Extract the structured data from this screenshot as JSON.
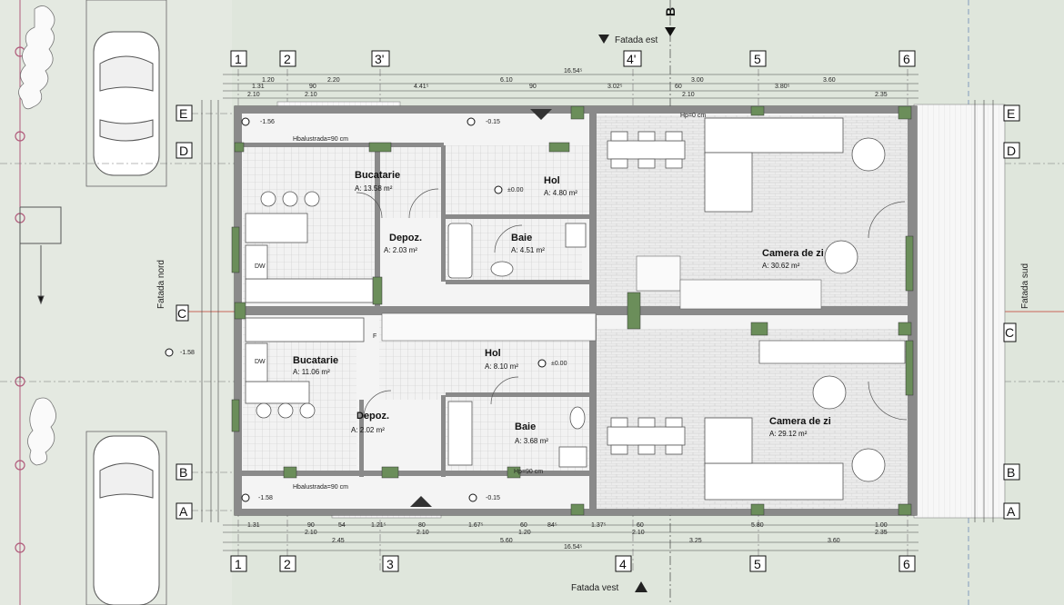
{
  "facades": {
    "north": "Fatada nord",
    "south": "Fatada sud",
    "east": "Fatada est",
    "west": "Fatada vest"
  },
  "section_marker": "B",
  "column_labels": [
    "1",
    "2",
    "3'",
    "4'",
    "5",
    "6"
  ],
  "column_labels_bottom": [
    "1",
    "2",
    "3",
    "4",
    "5",
    "6"
  ],
  "row_labels": [
    "E",
    "D",
    "C",
    "B",
    "A"
  ],
  "total_width_top": "16.54⁵",
  "total_width_bottom": "16.54⁵",
  "rooms": [
    {
      "name": "Bucatarie",
      "area": "A: 13.58 m²"
    },
    {
      "name": "Hol",
      "area": "A: 4.80 m²"
    },
    {
      "name": "Depoz.",
      "area": "A: 2.03 m²"
    },
    {
      "name": "Baie",
      "area": "A: 4.51 m²"
    },
    {
      "name": "Camera de zi",
      "area": "A: 30.62 m²"
    },
    {
      "name": "Bucatarie",
      "area": "A: 11.06 m²"
    },
    {
      "name": "Hol",
      "area": "A: 8.10 m²"
    },
    {
      "name": "Depoz.",
      "area": "A: 2.02 m²"
    },
    {
      "name": "Baie",
      "area": "A: 3.68 m²"
    },
    {
      "name": "Camera de zi",
      "area": "A: 29.12 m²"
    }
  ],
  "levels": [
    "-1.56",
    "-0.15",
    "±0.00",
    "-1.58",
    "±0.00",
    "-1.58",
    "-0.15"
  ],
  "dims_top": [
    "1.31",
    "1.20",
    "90",
    "2.20",
    "4.41⁵",
    "6.10",
    "90",
    "3.02⁵",
    "60",
    "3.00",
    "3.80⁵",
    "3.60",
    "2.10",
    "2.10",
    "2.10",
    "2.35"
  ],
  "dims_bottom": [
    "1.31",
    "90",
    "54",
    "1.21⁵",
    "80",
    "1.67⁵",
    "60",
    "84⁵",
    "1.37⁵",
    "60",
    "5.80",
    "1.00",
    "2.10",
    "2.45",
    "5.60",
    "1.20",
    "2.10",
    "3.25",
    "3.60",
    "2.35",
    "2.10"
  ],
  "annotations": [
    "Hp=0 cm",
    "Hbalustrada=90 cm",
    "Hp=90 cm",
    "DW",
    "F"
  ],
  "colors": {
    "background": "#dfe6dc",
    "wall": "#8a8a8a",
    "axis_red": "#c0392b",
    "column": "#6b8e5a"
  }
}
